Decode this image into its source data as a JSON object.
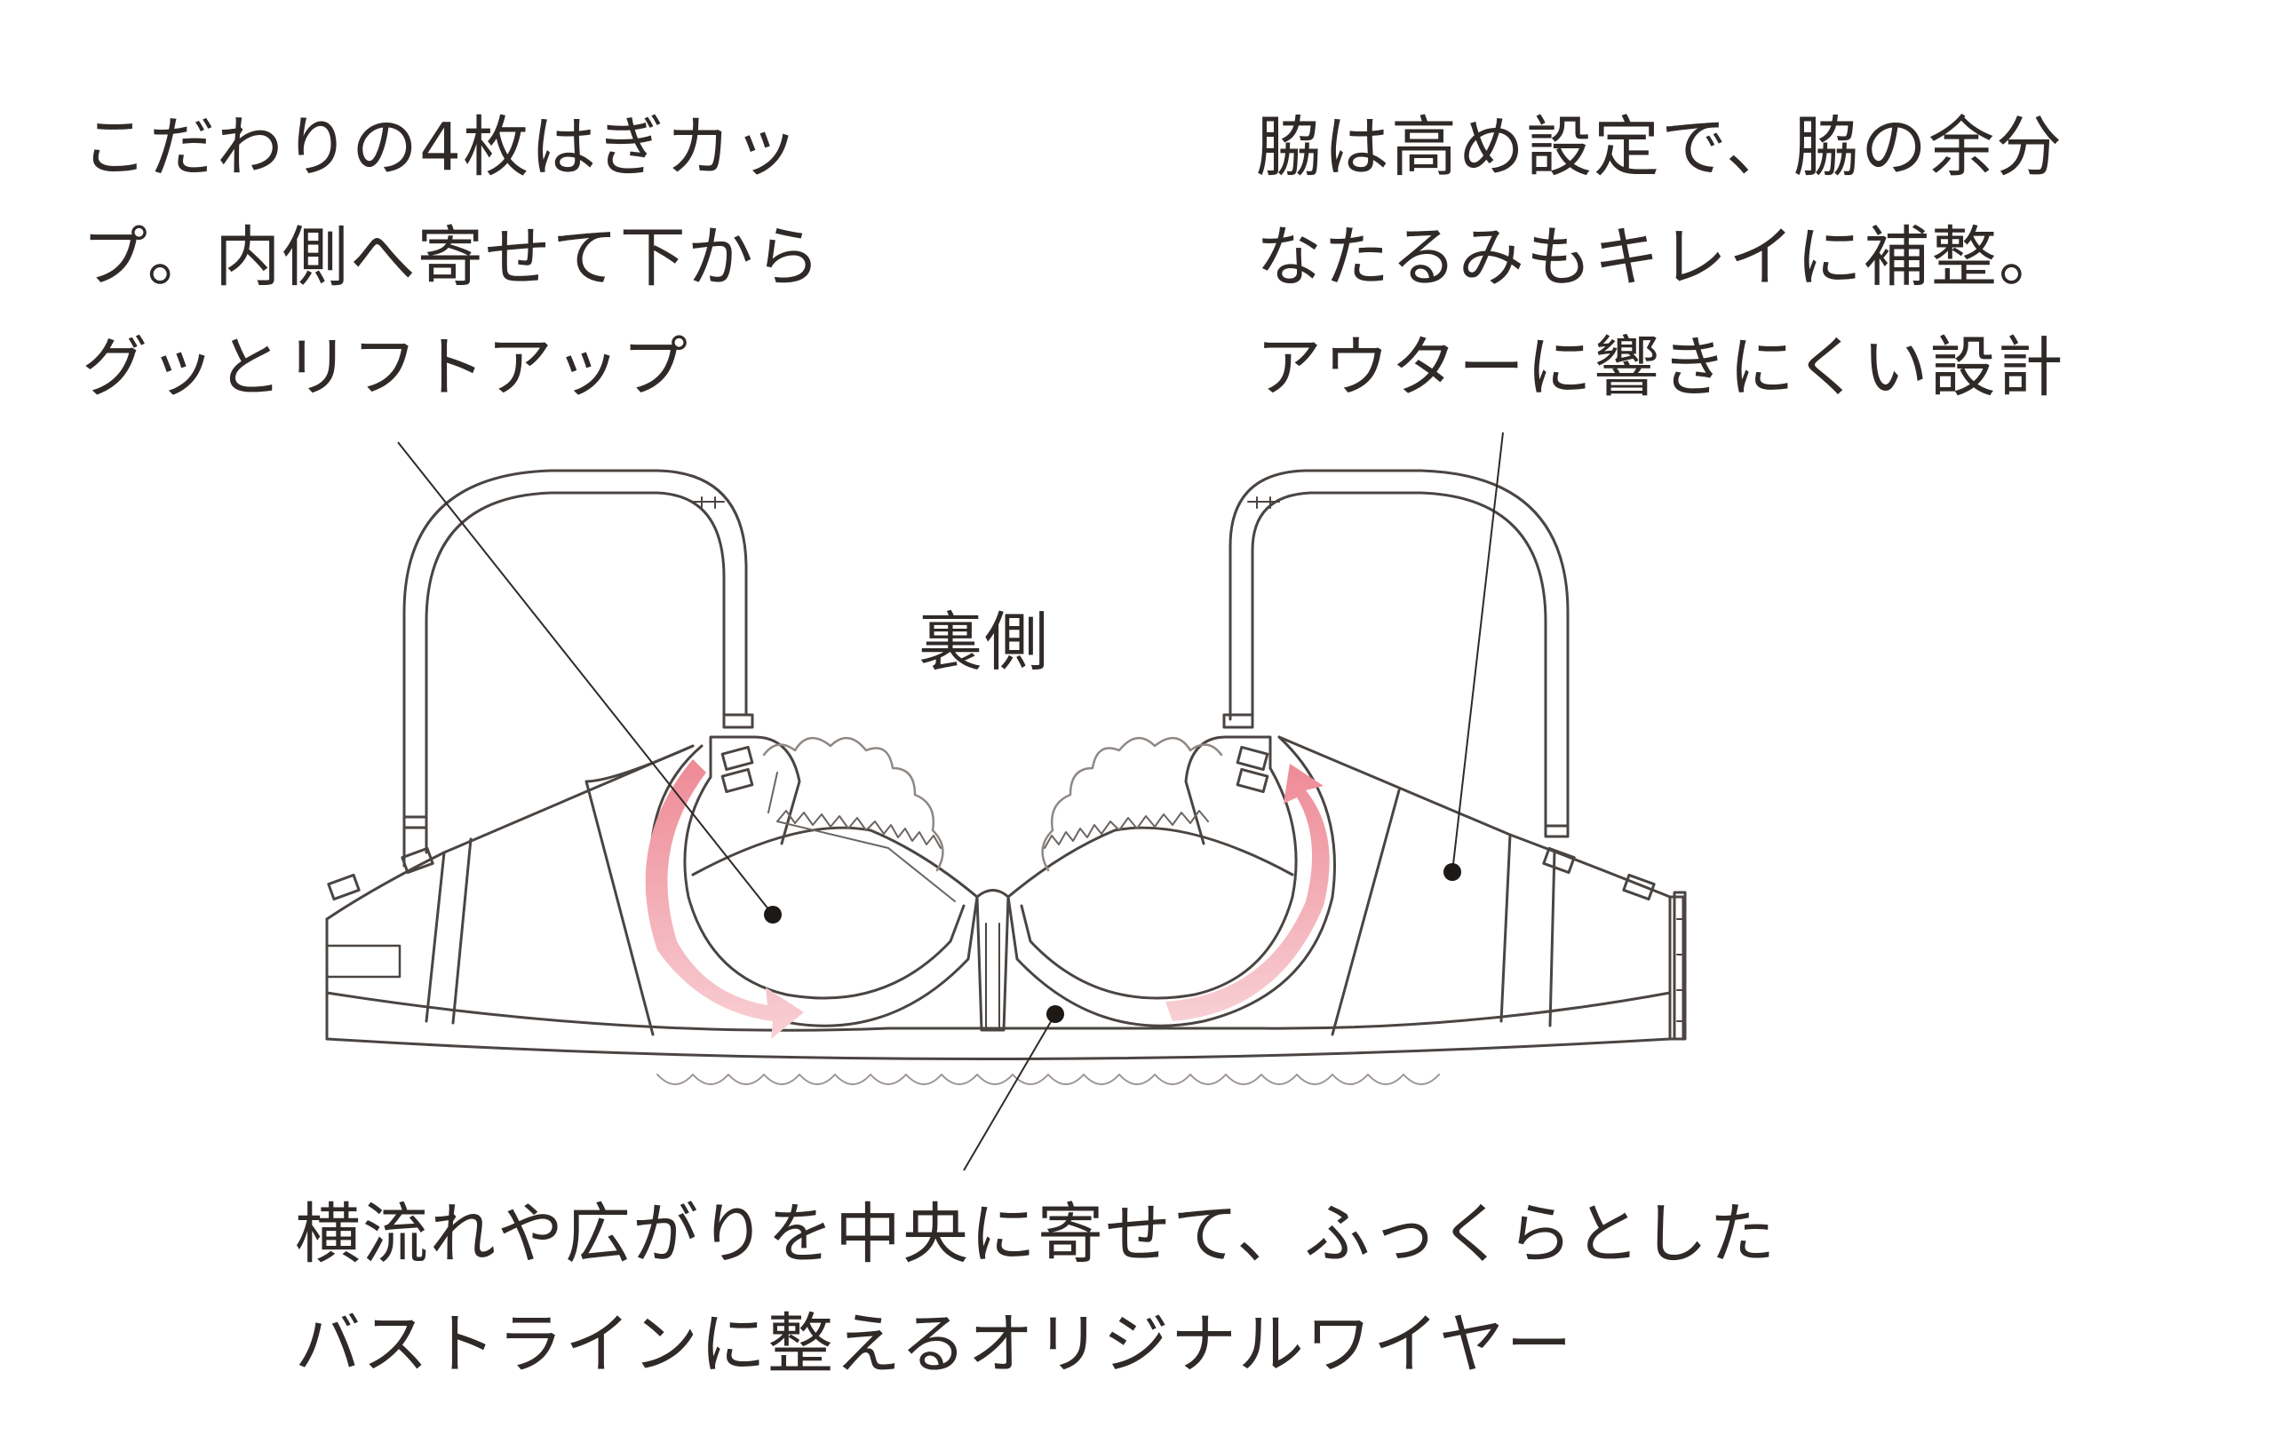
{
  "callouts": {
    "top_left": {
      "lines": [
        "こだわりの4枚はぎカッ",
        "プ。内側へ寄せて下から",
        "グッとリフトアップ"
      ]
    },
    "top_right": {
      "lines": [
        "脇は高め設定で、脇の余分",
        "なたるみもキレイに補整。",
        "アウターに響きにくい設計"
      ]
    },
    "bottom": {
      "lines": [
        "横流れや広がりを中央に寄せて、ふっくらとした",
        "バストラインに整えるオリジナルワイヤー"
      ]
    }
  },
  "center_label": "裏側",
  "colors": {
    "outline": "#4a4542",
    "arrow_pink": "#ee8a96",
    "arrow_pink_light": "#f6c3c9",
    "text": "#2f2a28",
    "dot": "#1c1917"
  }
}
